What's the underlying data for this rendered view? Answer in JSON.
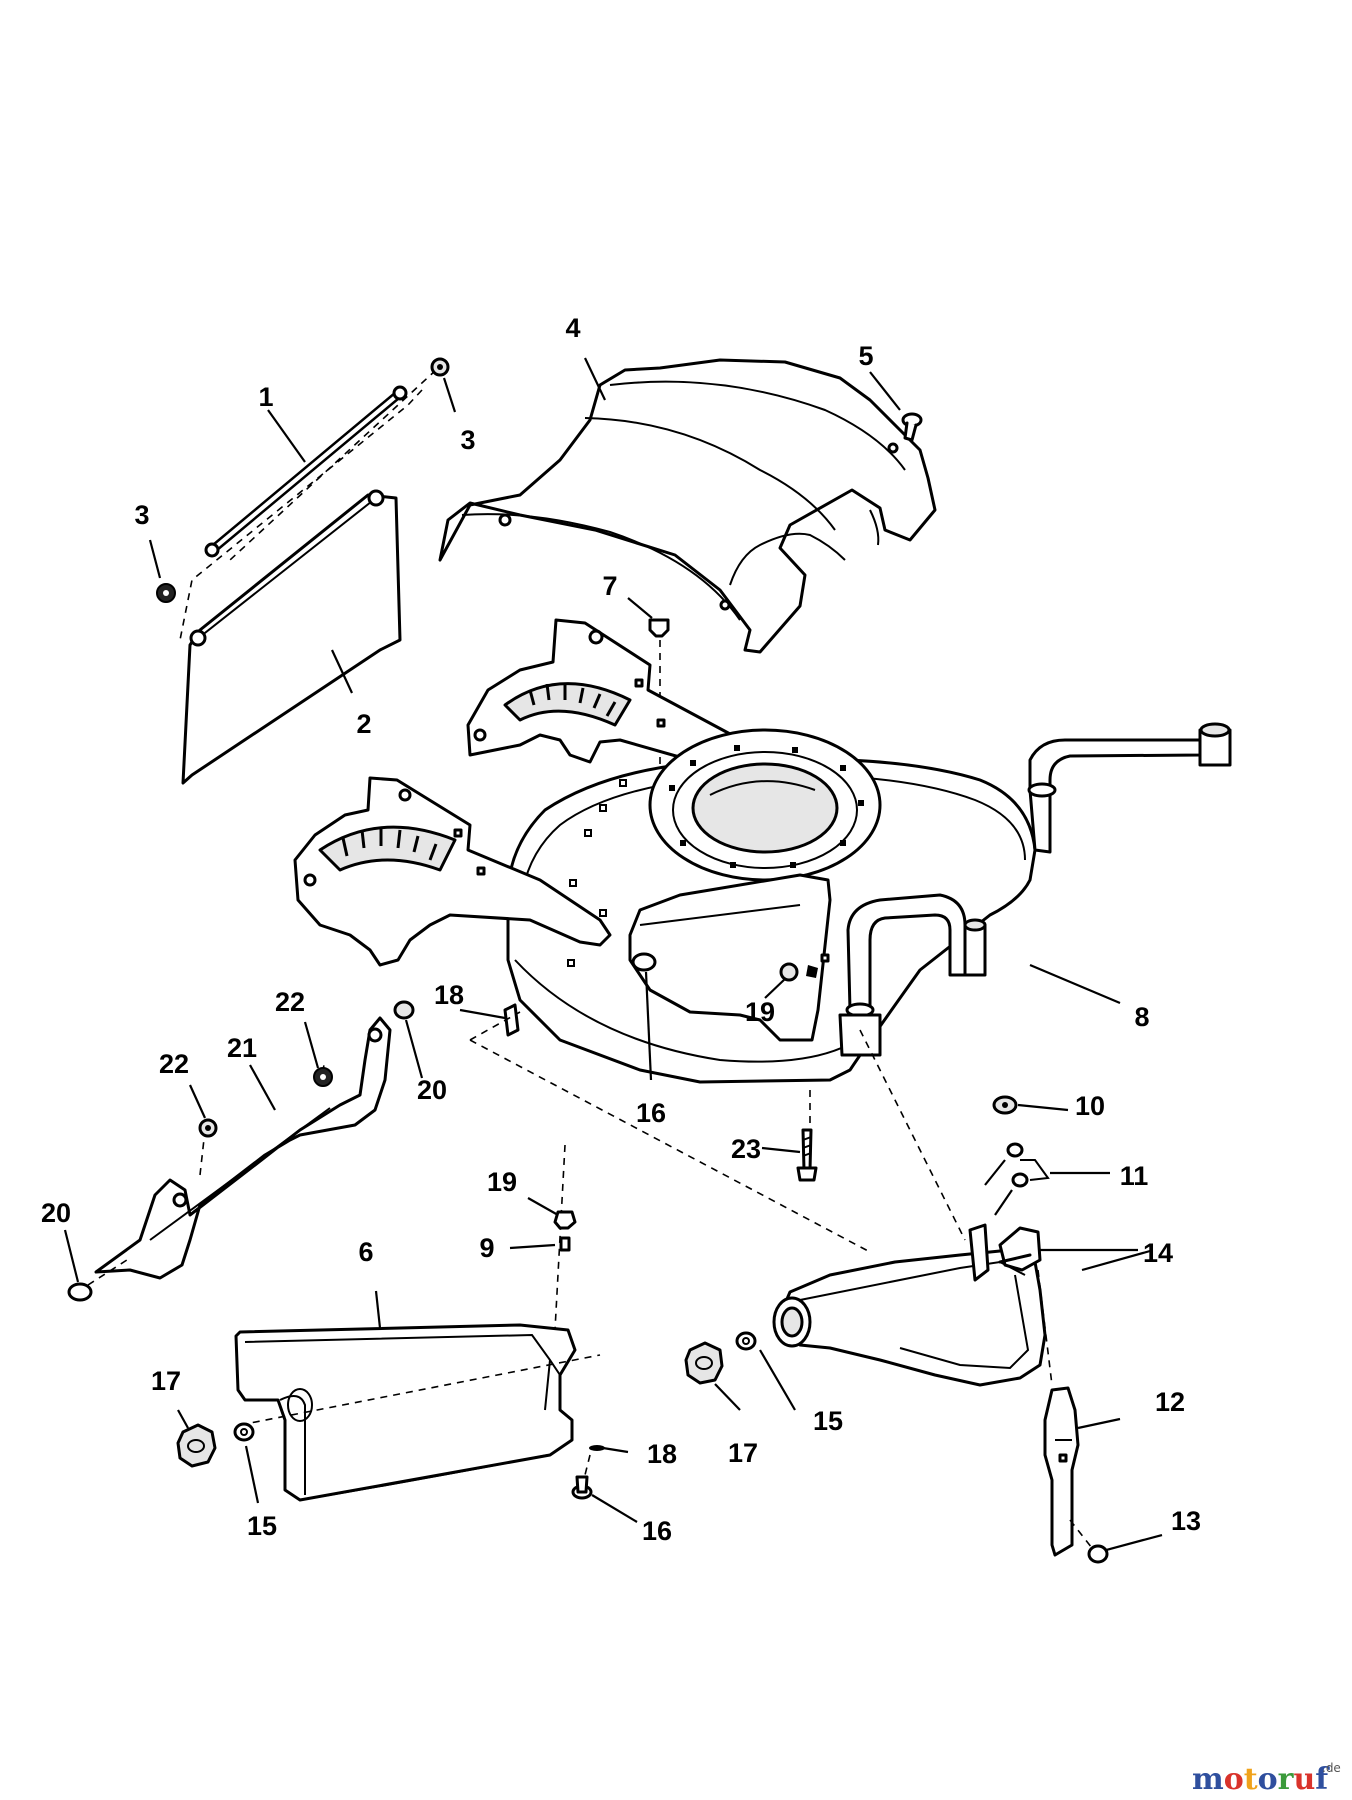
{
  "callouts": [
    {
      "id": "c1",
      "text": "1"
    },
    {
      "id": "c2",
      "text": "2"
    },
    {
      "id": "c3a",
      "text": "3"
    },
    {
      "id": "c3b",
      "text": "3"
    },
    {
      "id": "c4",
      "text": "4"
    },
    {
      "id": "c5",
      "text": "5"
    },
    {
      "id": "c6",
      "text": "6"
    },
    {
      "id": "c7",
      "text": "7"
    },
    {
      "id": "c8",
      "text": "8"
    },
    {
      "id": "c9",
      "text": "9"
    },
    {
      "id": "c10",
      "text": "10"
    },
    {
      "id": "c11",
      "text": "11"
    },
    {
      "id": "c12",
      "text": "12"
    },
    {
      "id": "c13",
      "text": "13"
    },
    {
      "id": "c14",
      "text": "14"
    },
    {
      "id": "c15a",
      "text": "15"
    },
    {
      "id": "c15b",
      "text": "15"
    },
    {
      "id": "c16a",
      "text": "16"
    },
    {
      "id": "c16b",
      "text": "16"
    },
    {
      "id": "c17a",
      "text": "17"
    },
    {
      "id": "c17b",
      "text": "17"
    },
    {
      "id": "c18a",
      "text": "18"
    },
    {
      "id": "c18b",
      "text": "18"
    },
    {
      "id": "c19a",
      "text": "19"
    },
    {
      "id": "c19b",
      "text": "19"
    },
    {
      "id": "c20a",
      "text": "20"
    },
    {
      "id": "c20b",
      "text": "20"
    },
    {
      "id": "c21",
      "text": "21"
    },
    {
      "id": "c22a",
      "text": "22"
    },
    {
      "id": "c22b",
      "text": "22"
    },
    {
      "id": "c23",
      "text": "23"
    }
  ],
  "watermark": {
    "brand": "motoruf",
    "suffix": ".de",
    "colors": [
      "#2f4f9e",
      "#d9332b",
      "#f0a21b",
      "#2f4f9e",
      "#3a9a3a",
      "#d9332b",
      "#2f4f9e"
    ]
  }
}
